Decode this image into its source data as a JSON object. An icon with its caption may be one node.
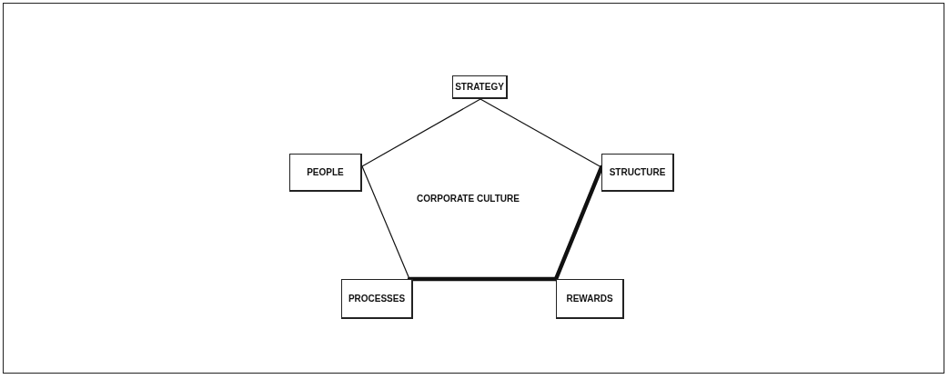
{
  "diagram": {
    "nodes": [
      {
        "text": [
          "STRATEGY"
        ]
      },
      {
        "text": [
          "PEOPLE"
        ]
      },
      {
        "text": [
          "STRUCTURE"
        ]
      },
      {
        "text": [
          "PROCESSES"
        ]
      },
      {
        "text": [
          "REWARDS"
        ]
      }
    ],
    "edges": [
      {
        "from": 0,
        "to": 2,
        "arrow": "none"
      },
      {
        "from": 2,
        "to": 4,
        "arrow": "none",
        "style": "thick"
      },
      {
        "from": 4,
        "to": 3,
        "arrow": "none",
        "style": "thick"
      },
      {
        "from": 3,
        "to": 1,
        "arrow": "none"
      },
      {
        "from": 1,
        "to": 0,
        "arrow": "none"
      }
    ],
    "labels": [
      "CORPORATE CULTURE"
    ]
  }
}
